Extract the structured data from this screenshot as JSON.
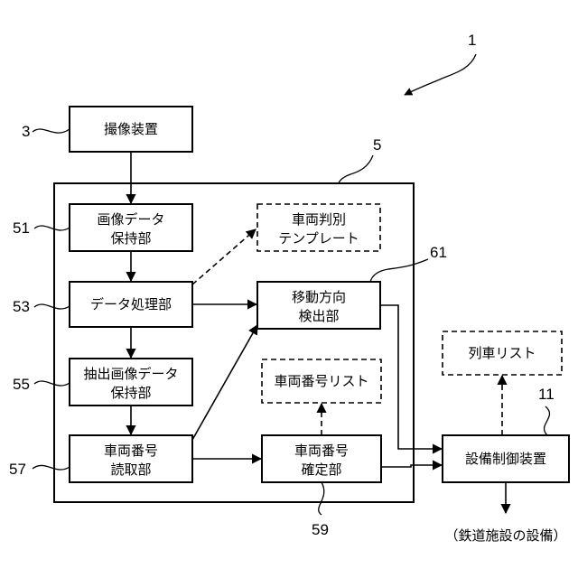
{
  "blocks": {
    "imaging_device": {
      "ref": "3",
      "lines": [
        "撮像装置"
      ]
    },
    "image_data_holding": {
      "ref": "51",
      "lines": [
        "画像データ",
        "保持部"
      ]
    },
    "data_processing": {
      "ref": "53",
      "lines": [
        "データ処理部"
      ]
    },
    "extracted_image_holding": {
      "ref": "55",
      "lines": [
        "抽出画像データ",
        "保持部"
      ]
    },
    "vehicle_number_reading": {
      "ref": "57",
      "lines": [
        "車両番号",
        "読取部"
      ]
    },
    "vehicle_template": {
      "lines": [
        "車両判別",
        "テンプレート"
      ]
    },
    "moving_direction": {
      "ref": "61",
      "lines": [
        "移動方向",
        "検出部"
      ]
    },
    "vehicle_number_list": {
      "lines": [
        "車両番号リスト"
      ]
    },
    "vehicle_number_determination": {
      "ref": "59",
      "lines": [
        "車両番号",
        "確定部"
      ]
    },
    "train_list": {
      "lines": [
        "列車リスト"
      ]
    },
    "equipment_controller": {
      "ref": "11",
      "lines": [
        "設備制御装置"
      ]
    }
  },
  "system_ref": "1",
  "processing_unit_ref": "5",
  "output_label": "（鉄道施設の設備）"
}
